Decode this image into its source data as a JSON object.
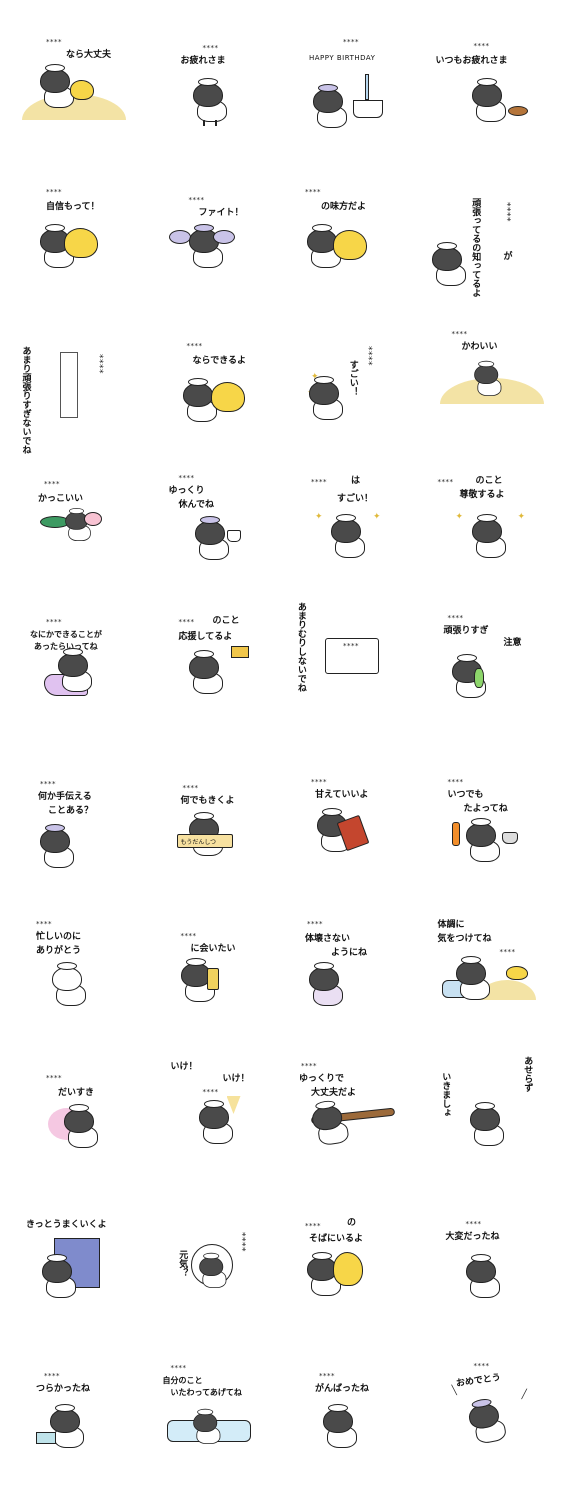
{
  "sheet": {
    "stars": "****",
    "stickers": [
      {
        "cap": "なら大丈夫",
        "extra": ""
      },
      {
        "cap": "お疲れさま",
        "extra": ""
      },
      {
        "cap": "HAPPY BIRTHDAY",
        "extra": ""
      },
      {
        "cap": "いつもお疲れさま",
        "extra": ""
      },
      {
        "cap": "自信もって！",
        "extra": ""
      },
      {
        "cap": "ファイト！",
        "extra": ""
      },
      {
        "cap": "の味方だよ",
        "extra": ""
      },
      {
        "cap": "頑張ってるの知ってるよ",
        "extra": "が"
      },
      {
        "cap": "あまり頑張りすぎないでね",
        "extra": ""
      },
      {
        "cap": "ならできるよ",
        "extra": ""
      },
      {
        "cap": "すごい！",
        "extra": ""
      },
      {
        "cap": "かわいい",
        "extra": ""
      },
      {
        "cap": "かっこいい",
        "extra": ""
      },
      {
        "cap": "ゆっくり",
        "extra": "休んでね"
      },
      {
        "cap": "は",
        "extra": "すごい！"
      },
      {
        "cap": "のこと",
        "extra": "尊敬するよ"
      },
      {
        "cap": "なにかできることが",
        "extra": "あったらいってね"
      },
      {
        "cap": "のこと",
        "extra": "応援してるよ"
      },
      {
        "cap": "あまりむりしないでね",
        "extra": ""
      },
      {
        "cap": "頑張りすぎ",
        "extra": "注意"
      },
      {
        "cap": "何か手伝える",
        "extra": "ことある？"
      },
      {
        "cap": "何でもきくよ",
        "extra": "もうだんしつ"
      },
      {
        "cap": "甘えていいよ",
        "extra": ""
      },
      {
        "cap": "いつでも",
        "extra": "たよってね"
      },
      {
        "cap": "忙しいのに",
        "extra": "ありがとう"
      },
      {
        "cap": "に会いたい",
        "extra": ""
      },
      {
        "cap": "体壊さない",
        "extra": "ようにね"
      },
      {
        "cap": "体調に",
        "extra": "気をつけてね"
      },
      {
        "cap": "だいすき",
        "extra": ""
      },
      {
        "cap": "いけ！",
        "extra": "いけ！"
      },
      {
        "cap": "ゆっくりで",
        "extra": "大丈夫だよ"
      },
      {
        "cap": "あせらず",
        "extra": "いきましょ"
      },
      {
        "cap": "きっとうまくいくよ",
        "extra": ""
      },
      {
        "cap": "元気？",
        "extra": ""
      },
      {
        "cap": "の",
        "extra": "そばにいるよ"
      },
      {
        "cap": "大変だったね",
        "extra": ""
      },
      {
        "cap": "つらかったね",
        "extra": ""
      },
      {
        "cap": "自分のこと",
        "extra": "いたわってあげてね"
      },
      {
        "cap": "がんばったね",
        "extra": ""
      },
      {
        "cap": "おめでとう",
        "extra": ""
      }
    ]
  }
}
